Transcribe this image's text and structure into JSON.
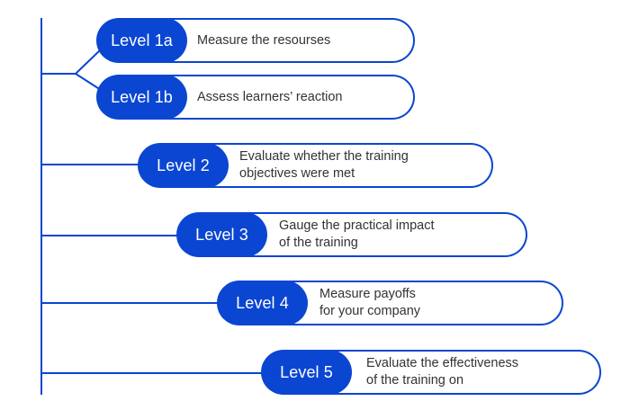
{
  "diagram": {
    "accent_color": "#0a46d2",
    "text_color": "#333333",
    "levels": [
      {
        "id": "1a",
        "label": "Level 1a",
        "description": "Measure the resourses"
      },
      {
        "id": "1b",
        "label": "Level 1b",
        "description": "Assess learners’ reaction"
      },
      {
        "id": "2",
        "label": "Level 2",
        "description": "Evaluate whether the training\nobjectives were met"
      },
      {
        "id": "3",
        "label": "Level 3",
        "description": "Gauge the practical impact\nof the training"
      },
      {
        "id": "4",
        "label": "Level 4",
        "description": "Measure payoffs\nfor your company"
      },
      {
        "id": "5",
        "label": "Level 5",
        "description": "Evaluate the effectiveness\nof the training on"
      }
    ]
  }
}
